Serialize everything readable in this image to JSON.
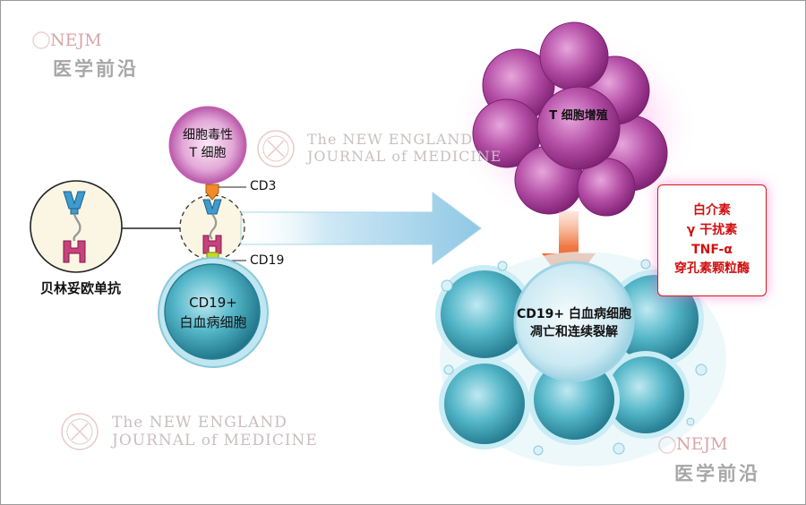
{
  "watermarks": {
    "nejm_brand": "NEJM",
    "nejm_cn": "医学前沿",
    "journal_line1": "The NEW ENGLAND",
    "journal_line2": "JOURNAL of MEDICINE"
  },
  "labels": {
    "antibody": "贝林妥欧单抗",
    "t_cell_line1": "细胞毒性",
    "t_cell_line2": "T 细胞",
    "cd3": "CD3",
    "cd19": "CD19",
    "leukemia_line1": "CD19+",
    "leukemia_line2": "白血病细胞",
    "proliferation": "T 细胞增殖",
    "lysis_line1": "CD19+ 白血病细胞",
    "lysis_line2": "凋亡和连续裂解"
  },
  "cytokines": [
    "白介素",
    "γ 干扰素",
    "TNF-α",
    "穿孔素颗粒酶"
  ],
  "colors": {
    "t_cell": "#a8389a",
    "leukemia_cell": "#2f9bb0",
    "arrow_blue": "#9fd2ea",
    "arrow_red": "#e8502a",
    "cytokine_text": "#d01010",
    "cd3_marker": "#f08a2a",
    "cd19_marker": "#c8d820"
  }
}
